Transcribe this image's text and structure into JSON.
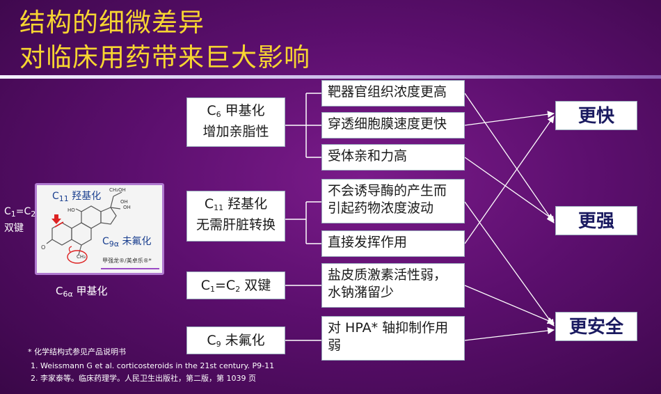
{
  "title": {
    "line1": "结构的细微差异",
    "line2": "对临床用药带来巨大影响"
  },
  "structure_image": {
    "labels": {
      "c11": "C",
      "c11_sub": "11",
      "c11_text": "羟基化",
      "c9": "C",
      "c9_sub": "9α",
      "c9_text": "未氟化",
      "brand": "甲强龙®/美卓乐®*",
      "ch2oh": "CH₂OH",
      "oh1": "OH",
      "oh2": "OH",
      "ho": "HO",
      "o": "O",
      "ch3": "CH₃"
    },
    "side_c1c2": "C1=C2",
    "side_c1c2_parts": {
      "c": "C",
      "s1": "1",
      "eq": "=C",
      "s2": "2"
    },
    "side_c1c2_label": "双键",
    "caption_c6": "C",
    "caption_c6_sub": "6α",
    "caption_c6_text": " 甲基化"
  },
  "left_boxes": [
    {
      "pre": "C",
      "sub": "6",
      "post": " 甲基化",
      "line2": "增加亲脂性"
    },
    {
      "pre": "C",
      "sub": "11",
      "post": " 羟基化",
      "line2": "无需肝脏转换"
    },
    {
      "pre": "C",
      "sub": "1",
      "mid": "=C",
      "sub2": "2",
      "post": " 双键"
    },
    {
      "pre": "C",
      "sub": "9",
      "post": " 未氟化"
    }
  ],
  "mid_boxes": [
    {
      "line1": "靶器官组织浓度更高"
    },
    {
      "line1": "穿透细胞膜速度更快"
    },
    {
      "line1": "受体亲和力高"
    },
    {
      "line1": "不会诱导酶的产生而",
      "line2": "引起药物浓度波动"
    },
    {
      "line1": "直接发挥作用"
    },
    {
      "line1": "盐皮质激素活性弱，",
      "line2": "水钠潴留少"
    },
    {
      "line1": "对 HPA* 轴抑制作用",
      "line2": "弱"
    }
  ],
  "results": [
    {
      "label": "更快"
    },
    {
      "label": "更强"
    },
    {
      "label": "更安全"
    }
  ],
  "notes": {
    "asterisk": "*  化学结构式参见产品说明书",
    "ref1": "1. Weissmann G et al. corticosteroids in the 21st century. P9-11",
    "ref2": "2. 李家泰等。临床药理学。人民卫生出版社，第二版，第 1039 页"
  },
  "colors": {
    "title": "#f7d531",
    "background": "#5c0f6e",
    "connector": "#ffffff",
    "result_text": "#1a1a60"
  }
}
